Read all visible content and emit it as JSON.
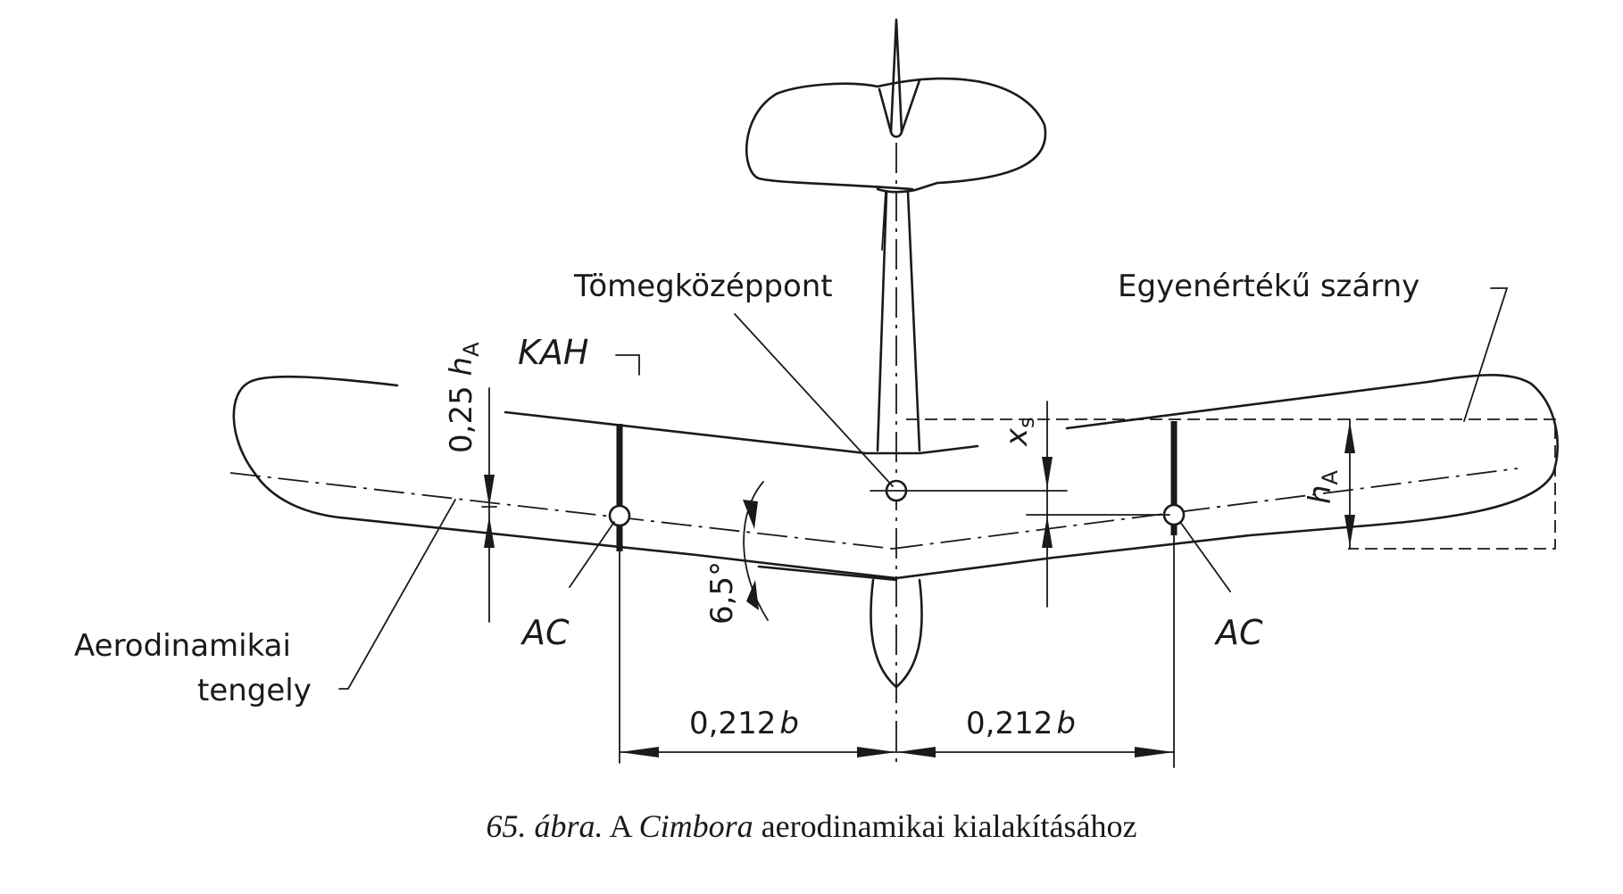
{
  "labels": {
    "center_of_mass": "Tömegközéppont",
    "equivalent_wing": "Egyenértékű szárny",
    "kah": "KAH",
    "quarter_chord_var": "0,25",
    "quarter_chord_sym": "h",
    "quarter_chord_sub": "A",
    "xs_sym": "x",
    "xs_sub": "s",
    "ha_sym": "h",
    "ha_sub": "A",
    "ac_left": "AC",
    "ac_right": "AC",
    "dihedral_angle": "6,5°",
    "aero_axis_line1": "Aerodinamikai",
    "aero_axis_line2": "tengely",
    "dim_left_num": "0,212",
    "dim_left_sym": "b",
    "dim_right_num": "0,212",
    "dim_right_sym": "b"
  },
  "caption": {
    "fig_num": "65. ábra.",
    "pre": "A",
    "name": "Cimbora",
    "post": "aerodinamikai kialakításához"
  }
}
